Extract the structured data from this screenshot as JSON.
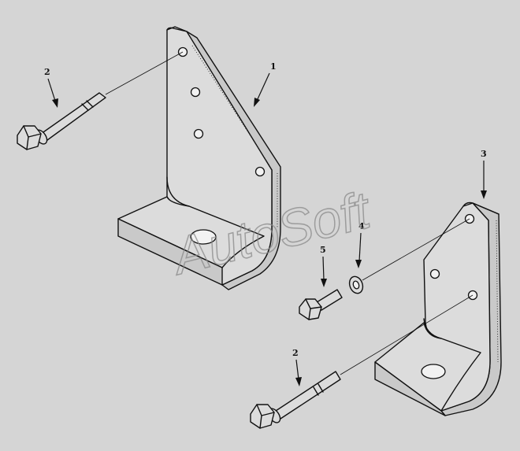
{
  "parts": [
    {
      "id": "bracket-left",
      "label": "1"
    },
    {
      "id": "bolt-upper",
      "label": "2"
    },
    {
      "id": "bracket-right",
      "label": "3"
    },
    {
      "id": "washer",
      "label": "4"
    },
    {
      "id": "bolt-short",
      "label": "5"
    },
    {
      "id": "bolt-lower",
      "label": "2"
    }
  ],
  "watermark": "AutoSoft",
  "colors": {
    "background": "#d5d5d5",
    "ink": "#111111",
    "watermark": "#8a8a8a"
  }
}
